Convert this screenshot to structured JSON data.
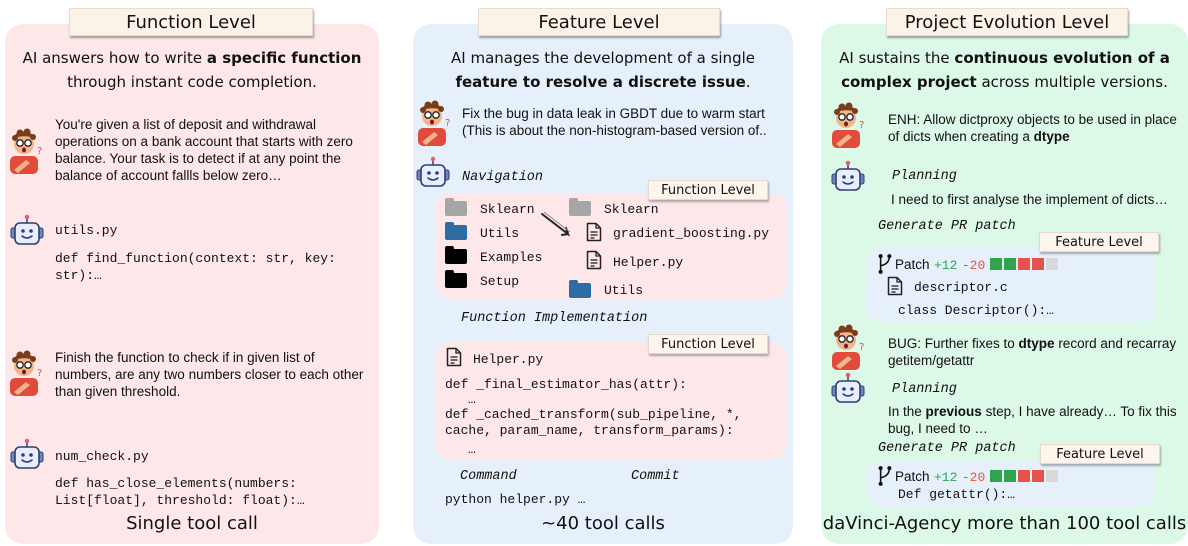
{
  "colors": {
    "function_panel": "#fde7e9",
    "feature_panel": "#e6f0fb",
    "project_panel": "#dcf8e7",
    "tag_bg": "#fbf2e8",
    "additions": "#2ea44f",
    "deletions": "#e5534b",
    "neutral_square": "#d9d9d9",
    "folder_gray": "#a6a6a6",
    "folder_blue": "#2e6da4",
    "folder_black": "#000000"
  },
  "function_level": {
    "title": "Function Level",
    "headline_pre": "AI answers how to write ",
    "headline_bold": "a specific function",
    "headline_post": " through instant code completion.",
    "user_prompt_1": "You're given a list of deposit and withdrawal operations on a bank account that starts with zero balance. Your task is to detect if at any point the balance of account fallls below zero…",
    "file_1": "utils.py",
    "code_1": "def find_function(context: str, key:\nstr):…",
    "user_prompt_2": "Finish the function to check if in given list of numbers, are any two numbers closer to each other than given threshold.",
    "file_2": "num_check.py",
    "code_2": "def has_close_elements(numbers:\nList[float], threshold: float):…",
    "footer": "Single tool call",
    "icons": [
      "user-avatar-icon",
      "robot-icon"
    ]
  },
  "feature_level": {
    "title": "Feature Level",
    "headline_pre": "AI manages the development of a single ",
    "headline_bold": "feature to resolve a discrete issue",
    "headline_post": ".",
    "user_prompt": "Fix the bug in data leak in GBDT due to warm start (This is about the non-histogram-based version of..",
    "navigation_label": "Navigation",
    "nav_tag": "Function Level",
    "tree_left": [
      {
        "name": "Sklearn",
        "color": "gray"
      },
      {
        "name": "Utils",
        "color": "blue"
      },
      {
        "name": "Examples",
        "color": "black"
      },
      {
        "name": "Setup",
        "color": "black"
      }
    ],
    "tree_right": {
      "root": "Sklearn",
      "files": [
        "gradient_boosting.py",
        "Helper.py"
      ],
      "folder": "Utils"
    },
    "impl_label": "Function Implementation",
    "impl_tag": "Function Level",
    "impl_file": "Helper.py",
    "impl_code_1": "def _final_estimator_has(attr):",
    "impl_ellipsis_1": "…",
    "impl_code_2": "def _cached_transform(sub_pipeline, *,\ncache, param_name, transform_params):",
    "impl_ellipsis_2": "…",
    "command_label": "Command",
    "commit_label": "Commit",
    "command": "python helper.py …",
    "footer": "~40 tool calls"
  },
  "project_level": {
    "title": "Project Evolution Level",
    "headline_pre": "AI sustains the ",
    "headline_bold": "continuous evolution of a complex project",
    "headline_post": " across multiple versions.",
    "issue_1_pre": "ENH: Allow dictproxy objects to be used in place of dicts when creating a ",
    "issue_1_bold": "dtype",
    "planning_label_1": "Planning",
    "planning_text_1": "I need to first analyse the implement of dicts…",
    "generate_label_1": "Generate PR patch",
    "patch_tag_1": "Feature Level",
    "patch_1": {
      "label": "Patch",
      "additions": "+12",
      "deletions": "-20",
      "file": "descriptor.c",
      "code": "class Descriptor():…"
    },
    "issue_2_pre": "BUG: Further fixes to ",
    "issue_2_bold": "dtype",
    "issue_2_post": " record and recarray getitem/getattr",
    "planning_label_2": "Planning",
    "planning_text_2_pre": "In the ",
    "planning_text_2_bold": "previous",
    "planning_text_2_post": " step, I have already… To fix this bug, I need to …",
    "generate_label_2": "Generate PR patch",
    "patch_tag_2": "Feature Level",
    "patch_2": {
      "label": "Patch",
      "additions": "+12",
      "deletions": "-20",
      "code": "Def getattr():…"
    },
    "diff_squares": [
      "green",
      "green",
      "red",
      "red",
      "gray"
    ],
    "footer": "daVinci-Agency more than 100 tool calls"
  }
}
